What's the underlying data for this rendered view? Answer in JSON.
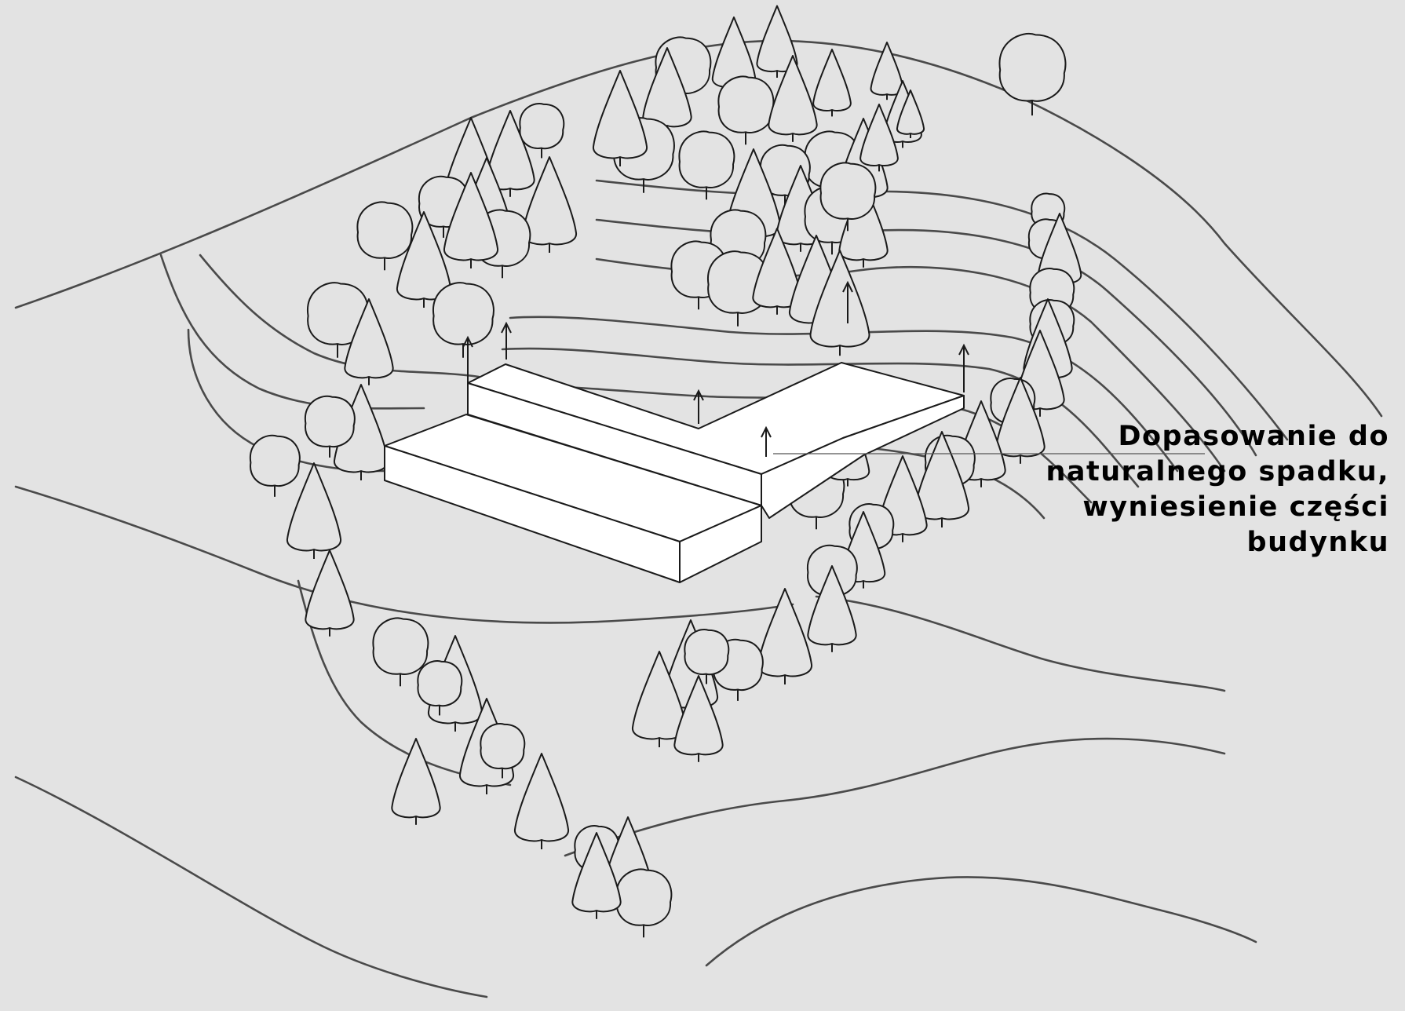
{
  "annotation": {
    "lines": [
      "Dopasowanie do",
      "naturalnego spadku,",
      "wyniesienie części",
      "budynku"
    ]
  },
  "colors": {
    "background": "#e3e3e3",
    "contour": "#4a4a4a",
    "outline": "#1a1a1a",
    "building": "#ffffff"
  }
}
